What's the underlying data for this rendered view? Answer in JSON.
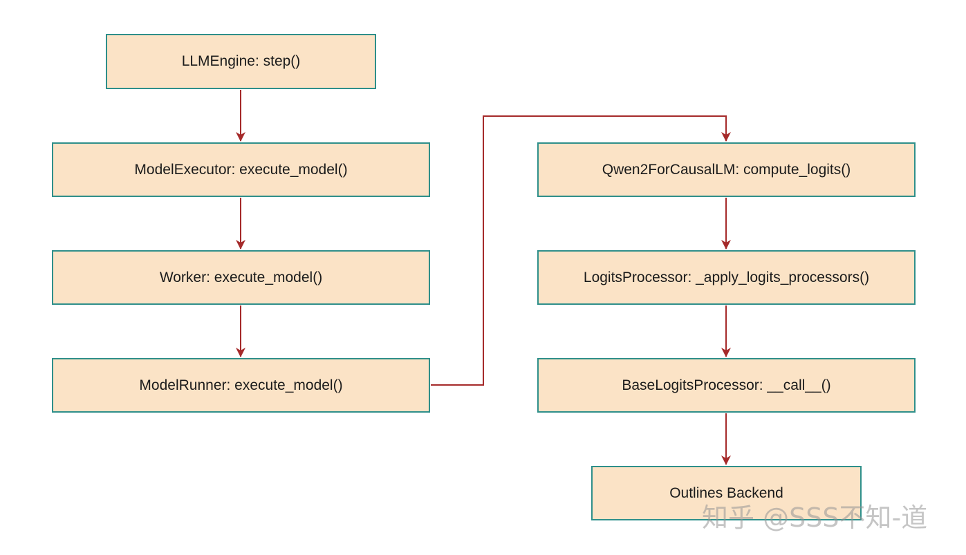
{
  "colors": {
    "node_fill": "#fbe3c6",
    "node_border": "#2e8f8a",
    "connector": "#a52a2a"
  },
  "nodes": {
    "llm_engine": "LLMEngine: step()",
    "model_executor": "ModelExecutor: execute_model()",
    "worker": "Worker: execute_model()",
    "model_runner": "ModelRunner: execute_model()",
    "qwen2": "Qwen2ForCausalLM: compute_logits()",
    "logits_processor": "LogitsProcessor: _apply_logits_processors()",
    "base_logits_processor": "BaseLogitsProcessor: __call__()",
    "outlines_backend": "Outlines Backend"
  },
  "edges": [
    {
      "from": "llm_engine",
      "to": "model_executor"
    },
    {
      "from": "model_executor",
      "to": "worker"
    },
    {
      "from": "worker",
      "to": "model_runner"
    },
    {
      "from": "model_runner",
      "to": "qwen2"
    },
    {
      "from": "qwen2",
      "to": "logits_processor"
    },
    {
      "from": "logits_processor",
      "to": "base_logits_processor"
    },
    {
      "from": "base_logits_processor",
      "to": "outlines_backend"
    }
  ],
  "watermark": "知乎 @SSS不知-道"
}
